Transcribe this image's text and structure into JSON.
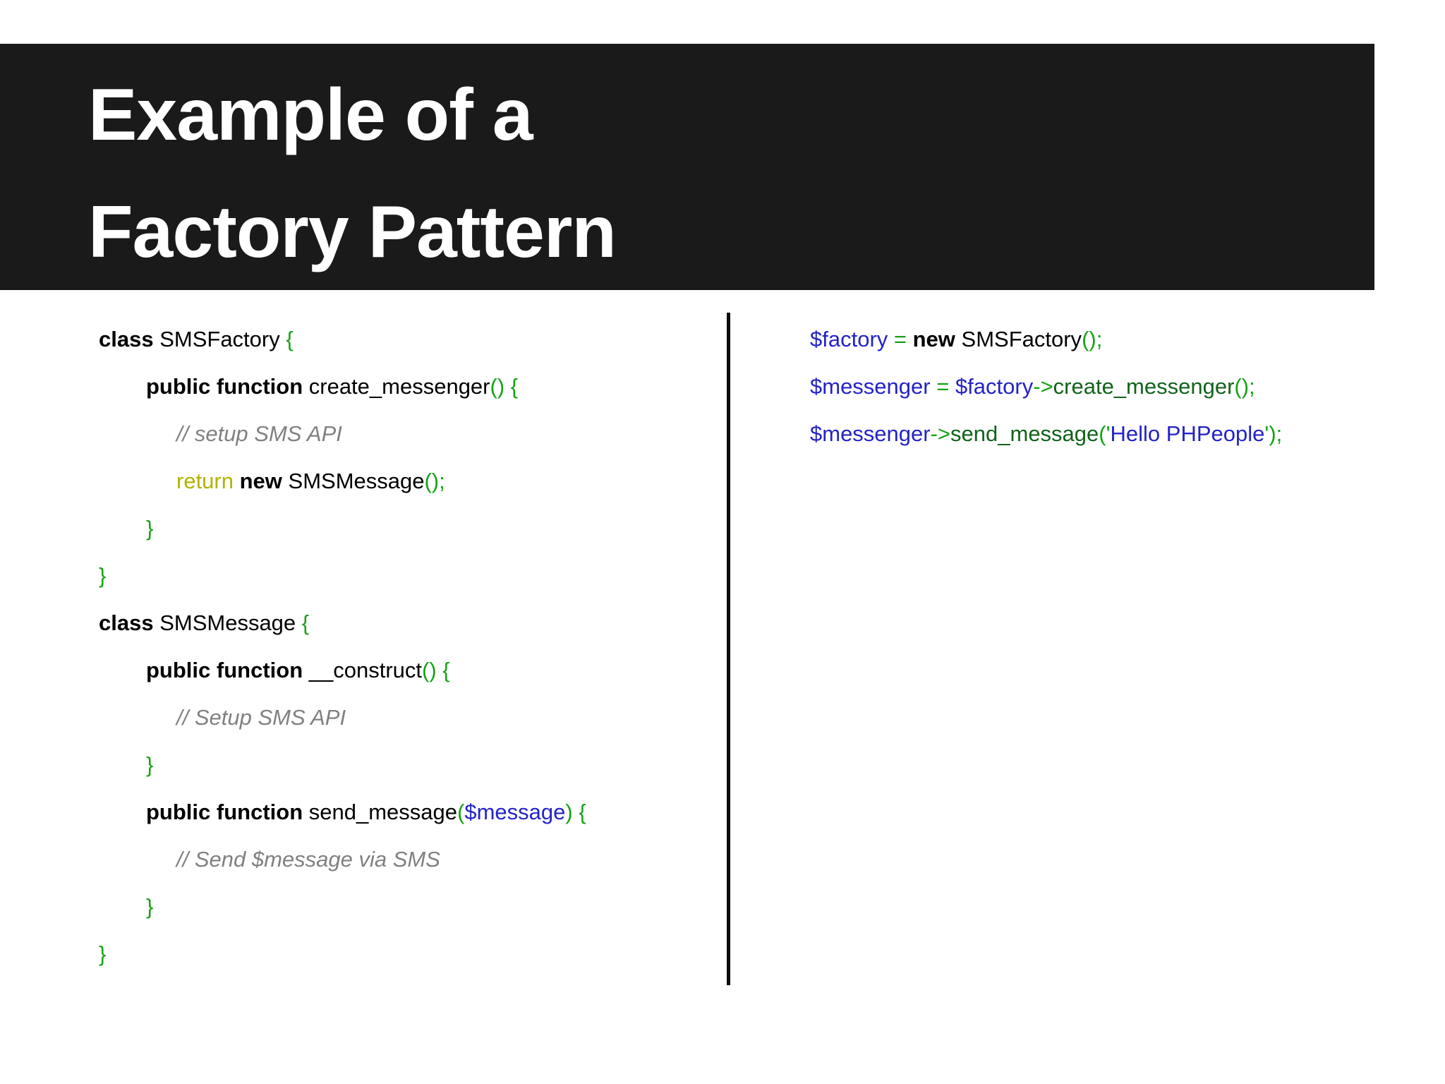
{
  "slide": {
    "title_lines": [
      "Example of a",
      "Factory Pattern"
    ],
    "background_color": "#ffffff",
    "banner_color": "#1a1a1a",
    "title_color": "#ffffff",
    "divider_color": "#0d0d0d"
  },
  "syntax_colors": {
    "keyword": "#000000",
    "identifier": "#000000",
    "punctuation": "#14a314",
    "comment": "#808080",
    "return_keyword": "#b3b300",
    "variable": "#2323c8",
    "method": "#11631b",
    "string": "#2323c8"
  },
  "left_code": {
    "language": "php",
    "lines": [
      {
        "indent": 0,
        "tokens": [
          {
            "text": "class ",
            "type": "keyword"
          },
          {
            "text": "SMSFactory ",
            "type": "identifier"
          },
          {
            "text": "{",
            "type": "punctuation"
          }
        ]
      },
      {
        "indent": 1,
        "tokens": [
          {
            "text": "public function ",
            "type": "keyword"
          },
          {
            "text": "create_messenger",
            "type": "identifier"
          },
          {
            "text": "() {",
            "type": "punctuation"
          }
        ]
      },
      {
        "indent": 2,
        "tokens": [
          {
            "text": "// setup SMS API",
            "type": "comment"
          }
        ]
      },
      {
        "indent": 2,
        "tokens": [
          {
            "text": "return ",
            "type": "return_keyword"
          },
          {
            "text": "new ",
            "type": "keyword"
          },
          {
            "text": "SMSMessage",
            "type": "identifier"
          },
          {
            "text": "();",
            "type": "punctuation"
          }
        ]
      },
      {
        "indent": 1,
        "tokens": [
          {
            "text": "}",
            "type": "punctuation"
          }
        ]
      },
      {
        "indent": 0,
        "tokens": [
          {
            "text": "}",
            "type": "punctuation"
          }
        ]
      },
      {
        "indent": 0,
        "tokens": [
          {
            "text": "class ",
            "type": "keyword"
          },
          {
            "text": "SMSMessage ",
            "type": "identifier"
          },
          {
            "text": "{",
            "type": "punctuation"
          }
        ]
      },
      {
        "indent": 1,
        "tokens": [
          {
            "text": "public function ",
            "type": "keyword"
          },
          {
            "text": "__construct",
            "type": "identifier"
          },
          {
            "text": "()",
            "type": "punctuation"
          },
          {
            "text": " ",
            "type": "identifier"
          },
          {
            "text": "{",
            "type": "punctuation"
          }
        ]
      },
      {
        "indent": 2,
        "tokens": [
          {
            "text": "// Setup SMS API",
            "type": "comment"
          }
        ]
      },
      {
        "indent": 1,
        "tokens": [
          {
            "text": "}",
            "type": "punctuation"
          }
        ]
      },
      {
        "indent": 1,
        "tokens": [
          {
            "text": "public function ",
            "type": "keyword"
          },
          {
            "text": "send_message",
            "type": "identifier"
          },
          {
            "text": "(",
            "type": "punctuation"
          },
          {
            "text": "$message",
            "type": "variable"
          },
          {
            "text": ")",
            "type": "punctuation"
          },
          {
            "text": " ",
            "type": "identifier"
          },
          {
            "text": "{",
            "type": "punctuation"
          }
        ]
      },
      {
        "indent": 2,
        "tokens": [
          {
            "text": "// Send $message via SMS",
            "type": "comment"
          }
        ]
      },
      {
        "indent": 1,
        "tokens": [
          {
            "text": "}",
            "type": "punctuation"
          }
        ]
      },
      {
        "indent": 0,
        "tokens": [
          {
            "text": "}",
            "type": "punctuation"
          }
        ]
      }
    ]
  },
  "right_code": {
    "language": "php",
    "lines": [
      {
        "indent": 0,
        "tokens": [
          {
            "text": "$factory",
            "type": "variable"
          },
          {
            "text": " = ",
            "type": "punctuation"
          },
          {
            "text": "new ",
            "type": "keyword"
          },
          {
            "text": "SMSFactory",
            "type": "identifier"
          },
          {
            "text": "();",
            "type": "punctuation"
          }
        ]
      },
      {
        "indent": 0,
        "tokens": [
          {
            "text": "$messenger",
            "type": "variable"
          },
          {
            "text": " = ",
            "type": "punctuation"
          },
          {
            "text": "$factory",
            "type": "variable"
          },
          {
            "text": "->",
            "type": "punctuation"
          },
          {
            "text": "create_messenger",
            "type": "method"
          },
          {
            "text": "();",
            "type": "punctuation"
          }
        ]
      },
      {
        "indent": 0,
        "tokens": [
          {
            "text": "$messenger",
            "type": "variable"
          },
          {
            "text": "->",
            "type": "punctuation"
          },
          {
            "text": "send_message",
            "type": "method"
          },
          {
            "text": "(",
            "type": "punctuation"
          },
          {
            "text": "'",
            "type": "punctuation"
          },
          {
            "text": "Hello PHPeople",
            "type": "string"
          },
          {
            "text": "'",
            "type": "punctuation"
          },
          {
            "text": ");",
            "type": "punctuation"
          }
        ]
      }
    ]
  }
}
